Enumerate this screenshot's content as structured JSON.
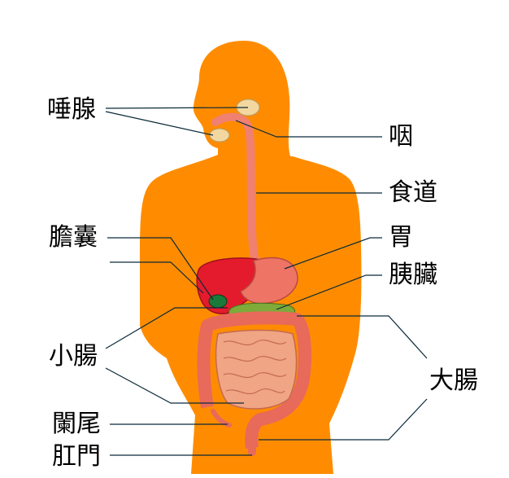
{
  "labels": {
    "salivary_glands": "唾腺",
    "pharynx": "咽",
    "esophagus": "食道",
    "gallbladder": "膽囊",
    "stomach": "胃",
    "pancreas": "胰臟",
    "small_intestine": "小腸",
    "large_intestine": "大腸",
    "appendix": "闌尾",
    "anus": "肛門"
  },
  "colors": {
    "body": "#ff8c00",
    "esophagus": "#f08070",
    "liver": "#e41b2c",
    "gallbladder": "#1a7a3a",
    "stomach": "#ee7466",
    "pancreas": "#7eaa3a",
    "intestine": "#e86a5a",
    "salivary_gland": "#f2d8a0",
    "leader_line": "#0a2a3a"
  }
}
